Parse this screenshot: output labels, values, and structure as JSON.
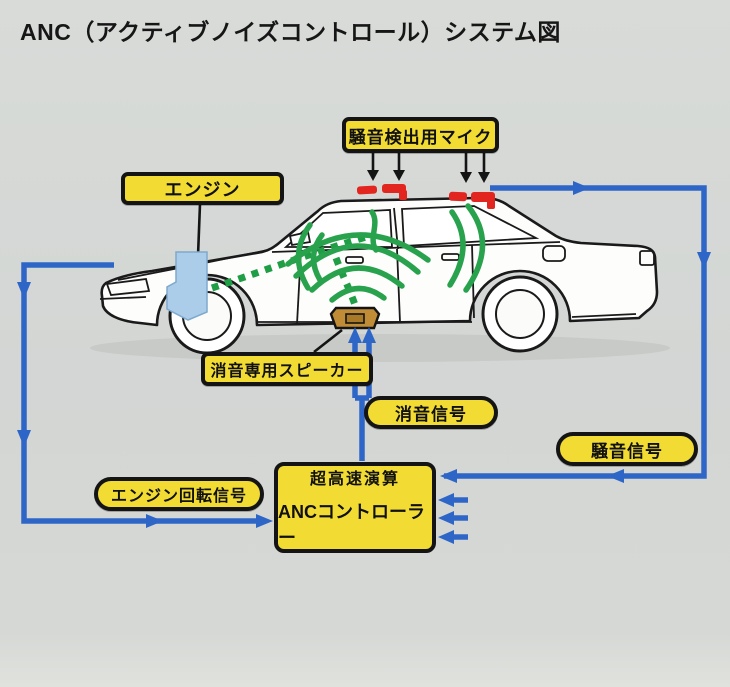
{
  "title": "ANC（アクティブノイズコントロール）システム図",
  "diagram": {
    "labels": {
      "noise_mic": "騒音検出用マイク",
      "engine": "エンジン",
      "speaker": "消音専用スピーカー",
      "cancel_signal": "消音信号",
      "noise_signal": "騒音信号",
      "engine_rotation": "エンジン回転信号",
      "controller_top": "超高速演算",
      "controller_bottom": "ANCコントローラー"
    },
    "icons": {
      "car": "sedan-side-view-illustration",
      "mic_marks": "roof-microphone-marks",
      "sound_waves": "green-sound-wave-arcs",
      "engine_block": "engine-block-shape",
      "speaker_box": "underfloor-speaker-shape"
    },
    "colors": {
      "background": "#d4d7d4",
      "label_yellow": "#f2dc33",
      "outline_black": "#141414",
      "signal_blue": "#2e66c8",
      "sound_wave_green": "#28a24c",
      "mic_red": "#e2251f",
      "engine_fill": "#abcdea",
      "speaker_fill": "#c08d36"
    }
  }
}
